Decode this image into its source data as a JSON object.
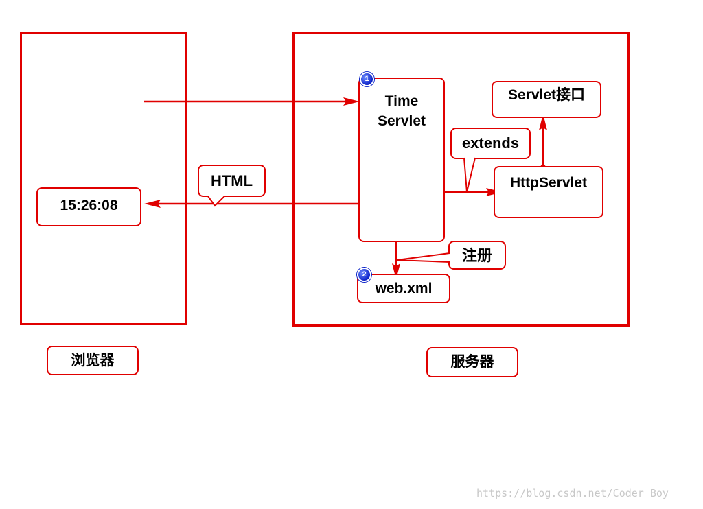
{
  "browser": {
    "result_time": "15:26:08",
    "caption": "浏览器"
  },
  "server": {
    "caption": "服务器",
    "time_servlet": {
      "line1": "Time",
      "line2": "Servlet",
      "badge": "1"
    },
    "web_xml": {
      "label": "web.xml",
      "badge": "2"
    },
    "http_servlet": "HttpServlet",
    "servlet_interface": "Servlet接口"
  },
  "callouts": {
    "html": "HTML",
    "extends": "extends",
    "register": "注册"
  },
  "watermark": "https://blog.csdn.net/Coder_Boy_",
  "colors": {
    "accent": "#e00000",
    "badge": "#0b22c8"
  }
}
